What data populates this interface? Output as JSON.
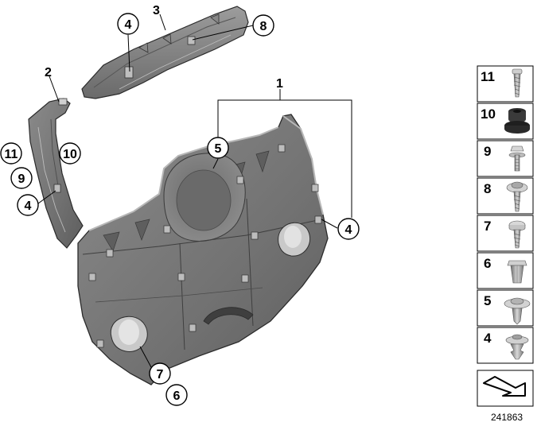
{
  "diagram": {
    "reference_number": "241863",
    "parts": {
      "trim_panel": "1",
      "left_pillar_trim": "2",
      "upper_trim_strip": "3"
    },
    "callouts": [
      "4",
      "8",
      "5",
      "4",
      "11",
      "10",
      "9",
      "4",
      "7",
      "6"
    ],
    "legend": [
      "11",
      "10",
      "9",
      "8",
      "7",
      "6",
      "5",
      "4"
    ],
    "colors": {
      "panel_fill": "#7d7d7d",
      "panel_dark": "#5a5a5a",
      "panel_light": "#a6a6a6",
      "outline": "#2b2b2b",
      "hardware": "#9a9a9a"
    }
  }
}
